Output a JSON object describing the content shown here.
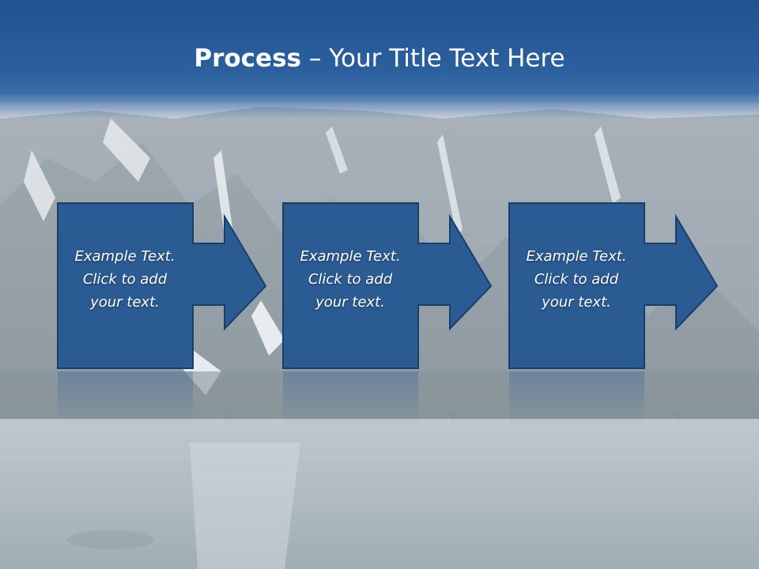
{
  "slide": {
    "title_bold": "Process",
    "title_rest": " – Your Title Text Here"
  },
  "steps": [
    {
      "line1": "Example Text.",
      "line2": "Click  to add",
      "line3": "your text."
    },
    {
      "line1": "Example Text.",
      "line2": "Click  to add",
      "line3": "your text."
    },
    {
      "line1": "Example Text.",
      "line2": "Click  to add",
      "line3": "your text."
    }
  ],
  "colors": {
    "title_band": "#2a5f9e",
    "box_fill": "#2b5b93",
    "box_border": "#1a3e6c",
    "text": "#ffffff"
  }
}
